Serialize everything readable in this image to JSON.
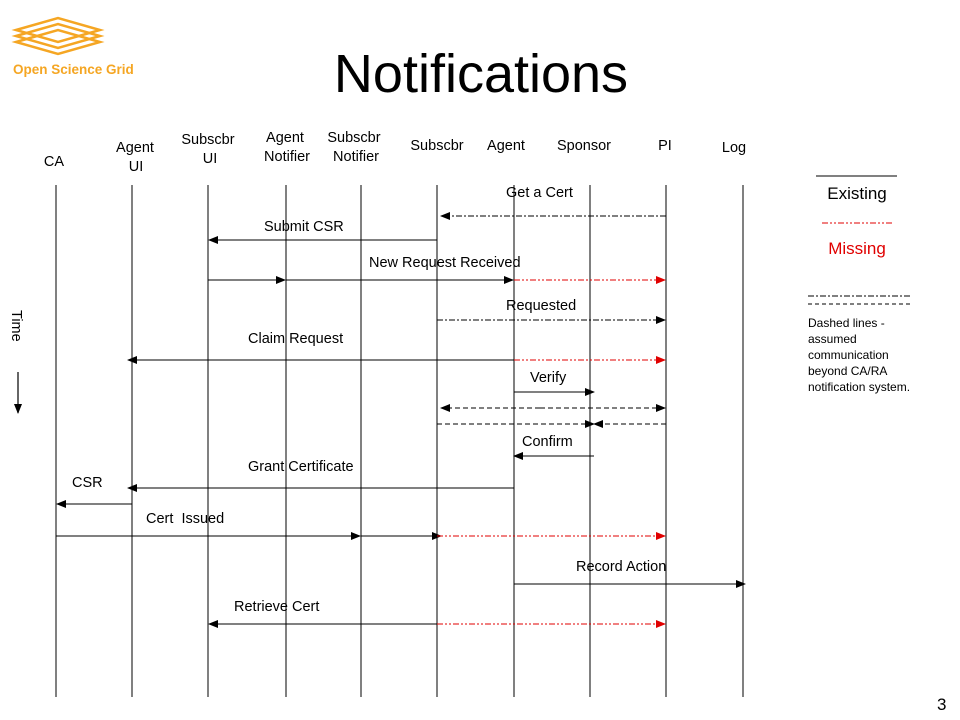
{
  "title": "Notifications",
  "logo": {
    "text": "Open Science Grid"
  },
  "page_number": "3",
  "time_label": "Time",
  "colors": {
    "existing": "#000000",
    "missing": "#e00000",
    "logo": "#f5a623"
  },
  "lanes": [
    {
      "id": "ca",
      "label": [
        "CA"
      ]
    },
    {
      "id": "agent_ui",
      "label": [
        "Agent",
        "UI"
      ]
    },
    {
      "id": "subscbr_ui",
      "label": [
        "Subscbr",
        "UI"
      ]
    },
    {
      "id": "agent_notifier",
      "label": [
        "Agent",
        "Notifier"
      ]
    },
    {
      "id": "subscbr_notifier",
      "label": [
        "Subscbr",
        "Notifier"
      ]
    },
    {
      "id": "subscbr",
      "label": [
        "Subscbr"
      ]
    },
    {
      "id": "agent",
      "label": [
        "Agent"
      ]
    },
    {
      "id": "sponsor",
      "label": [
        "Sponsor"
      ]
    },
    {
      "id": "pi",
      "label": [
        "PI"
      ]
    },
    {
      "id": "log",
      "label": [
        "Log"
      ]
    }
  ],
  "messages": [
    {
      "label": "Get a Cert"
    },
    {
      "label": "Submit CSR"
    },
    {
      "label": "New Request Received"
    },
    {
      "label": "Requested"
    },
    {
      "label": "Claim Request"
    },
    {
      "label": "Verify"
    },
    {
      "label": "Confirm"
    },
    {
      "label": "Grant Certificate"
    },
    {
      "label": "CSR"
    },
    {
      "label": "Cert  Issued"
    },
    {
      "label": "Record Action"
    },
    {
      "label": "Retrieve Cert"
    }
  ],
  "legend": {
    "existing": "Existing",
    "missing": "Missing",
    "dashed_note": [
      "Dashed lines -",
      "assumed",
      "communication",
      "beyond CA/RA",
      "notification system."
    ]
  }
}
